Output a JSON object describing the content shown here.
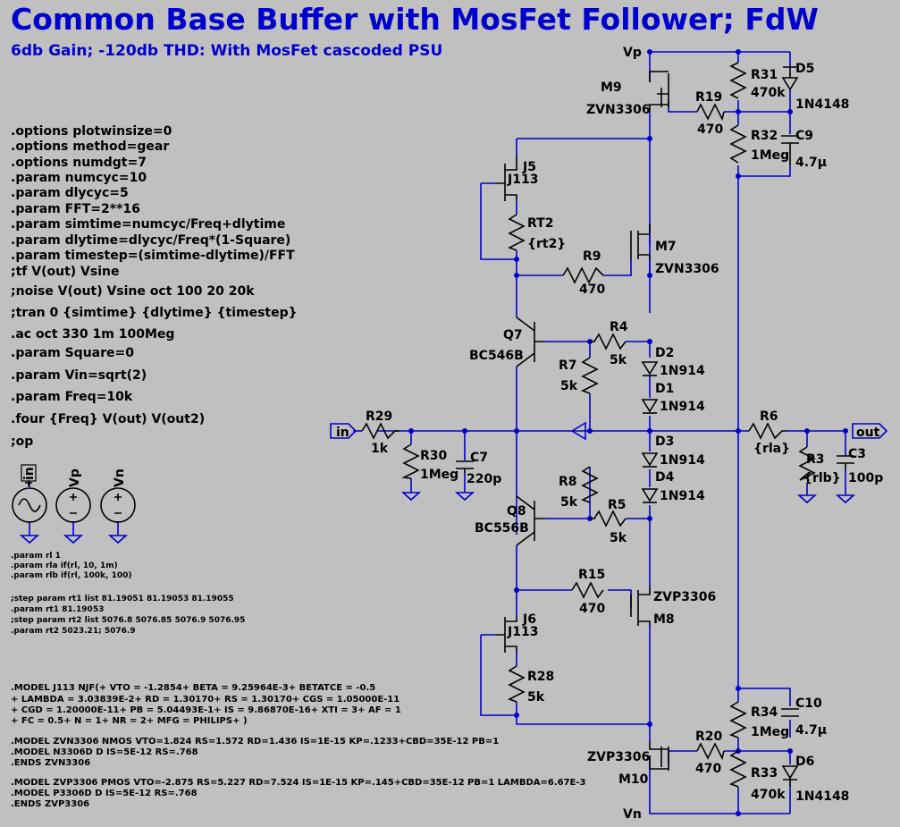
{
  "title": "Common Base Buffer with MosFet Follower; FdW",
  "subtitle": "6db Gain; -120db THD: With MosFet cascoded PSU",
  "directives": [
    ".options plotwinsize=0",
    ".options method=gear",
    ".options numdgt=7",
    ".param numcyc=10",
    ".param dlycyc=5",
    ".param FFT=2**16",
    ".param simtime=numcyc/Freq+dlytime",
    ".param dlytime=dlycyc/Freq*(1-Square)",
    ".param timestep=(simtime-dlytime)/FFT",
    ";tf V(out) Vsine",
    ";noise V(out) Vsine oct 100 20 20k",
    ";tran 0 {simtime} {dlytime} {timestep}",
    ".ac oct 330 1m 100Meg",
    ".param Square=0",
    ".param Vin=sqrt(2)",
    ".param Freq=10k",
    ".four {Freq} V(out) V(out2)",
    ";op"
  ],
  "params_small": [
    ".param rl 1",
    ".param rla if(rl, 10, 1m)",
    ".param rlb if(rl, 100k, 100)"
  ],
  "step_small": [
    ";step param rt1 list  81.19051  81.19053  81.19055",
    ".param rt1 81.19053",
    ";step param rt2 list 5076.8 5076.85 5076.9 5076.95",
    ".param rt2 5023.21; 5076.9"
  ],
  "model_j113": [
    ".MODEL J113 NJF(+ VTO = -1.2854+ BETA = 9.25964E-3+ BETATCE = -0.5",
    "+ LAMBDA = 3.03839E-2+ RD = 1.30170+ RS = 1.30170+ CGS = 1.05000E-11",
    "+ CGD = 1.20000E-11+ PB = 5.04493E-1+ IS = 9.86870E-16+ XTI = 3+ AF = 1",
    "+ FC = 0.5+ N = 1+ NR = 2+ MFG = PHILIPS+ )"
  ],
  "model_zvn": [
    ".MODEL ZVN3306 NMOS VTO=1.824 RS=1.572 RD=1.436 IS=1E-15 KP=.1233+CBD=35E-12 PB=1",
    ".MODEL N3306D D IS=5E-12 RS=.768",
    ".ENDS ZVN3306"
  ],
  "model_zvp": [
    ".MODEL ZVP3306 PMOS VTO=-2.875 RS=5.227 RD=7.524 IS=1E-15 KP=.145+CBD=35E-12 PB=1 LAMBDA=6.67E-3",
    ".MODEL P3306D D IS=5E-12 RS=.768",
    ".ENDS ZVP3306"
  ],
  "sources": [
    "in",
    "Vp",
    "Vn"
  ],
  "nets": {
    "vp": "Vp",
    "vn": "Vn",
    "in": "in",
    "out": "out"
  },
  "components": {
    "M9": "M9",
    "M9_val": "ZVN3306",
    "R19": "R19",
    "R19_val": "470",
    "R31": "R31",
    "R31_val": "470k",
    "D5": "D5",
    "D5_val": "1N4148",
    "R32": "R32",
    "R32_val": "1Meg",
    "C9": "C9",
    "C9_val": "4.7µ",
    "J5": "J5",
    "J5_val": "J113",
    "RT2": "RT2",
    "RT2_val": "{rt2}",
    "M7": "M7",
    "M7_val": "ZVN3306",
    "R9": "R9",
    "R9_val": "470",
    "Q7": "Q7",
    "Q7_val": "BC546B",
    "R4": "R4",
    "R4_val": "5k",
    "R7": "R7",
    "R7_val": "5k",
    "D2": "D2",
    "D2_val": "1N914",
    "D1": "D1",
    "D1_val": "1N914",
    "R29": "R29",
    "R29_val": "1k",
    "R30": "R30",
    "R30_val": "1Meg",
    "C7": "C7",
    "C7_val": "220p",
    "R6": "R6",
    "R6_val": "{rla}",
    "R3": "R3",
    "R3_val": "{rlb}",
    "C3": "C3",
    "C3_val": "100p",
    "D3": "D3",
    "D3_val": "1N914",
    "D4": "D4",
    "D4_val": "1N914",
    "R8": "R8",
    "R8_val": "5k",
    "Q8": "Q8",
    "Q8_val": "BC556B",
    "R5": "R5",
    "R5_val": "5k",
    "R15": "R15",
    "R15_val": "470",
    "M8": "M8",
    "M8_val": "ZVP3306",
    "J6": "J6",
    "J6_val": "J113",
    "R28": "R28",
    "R28_val": "5k",
    "R34": "R34",
    "R34_val": "1Meg",
    "C10": "C10",
    "C10_val": "4.7µ",
    "R20": "R20",
    "R20_val": "470",
    "M10": "M10",
    "M10_val": "ZVP3306",
    "D6": "D6",
    "D6_val": "1N4148",
    "R33": "R33",
    "R33_val": "470k"
  },
  "colors": {
    "background": "#c0c0c0",
    "wire": "#0000cc",
    "title": "#0000cc",
    "text": "#000000"
  }
}
